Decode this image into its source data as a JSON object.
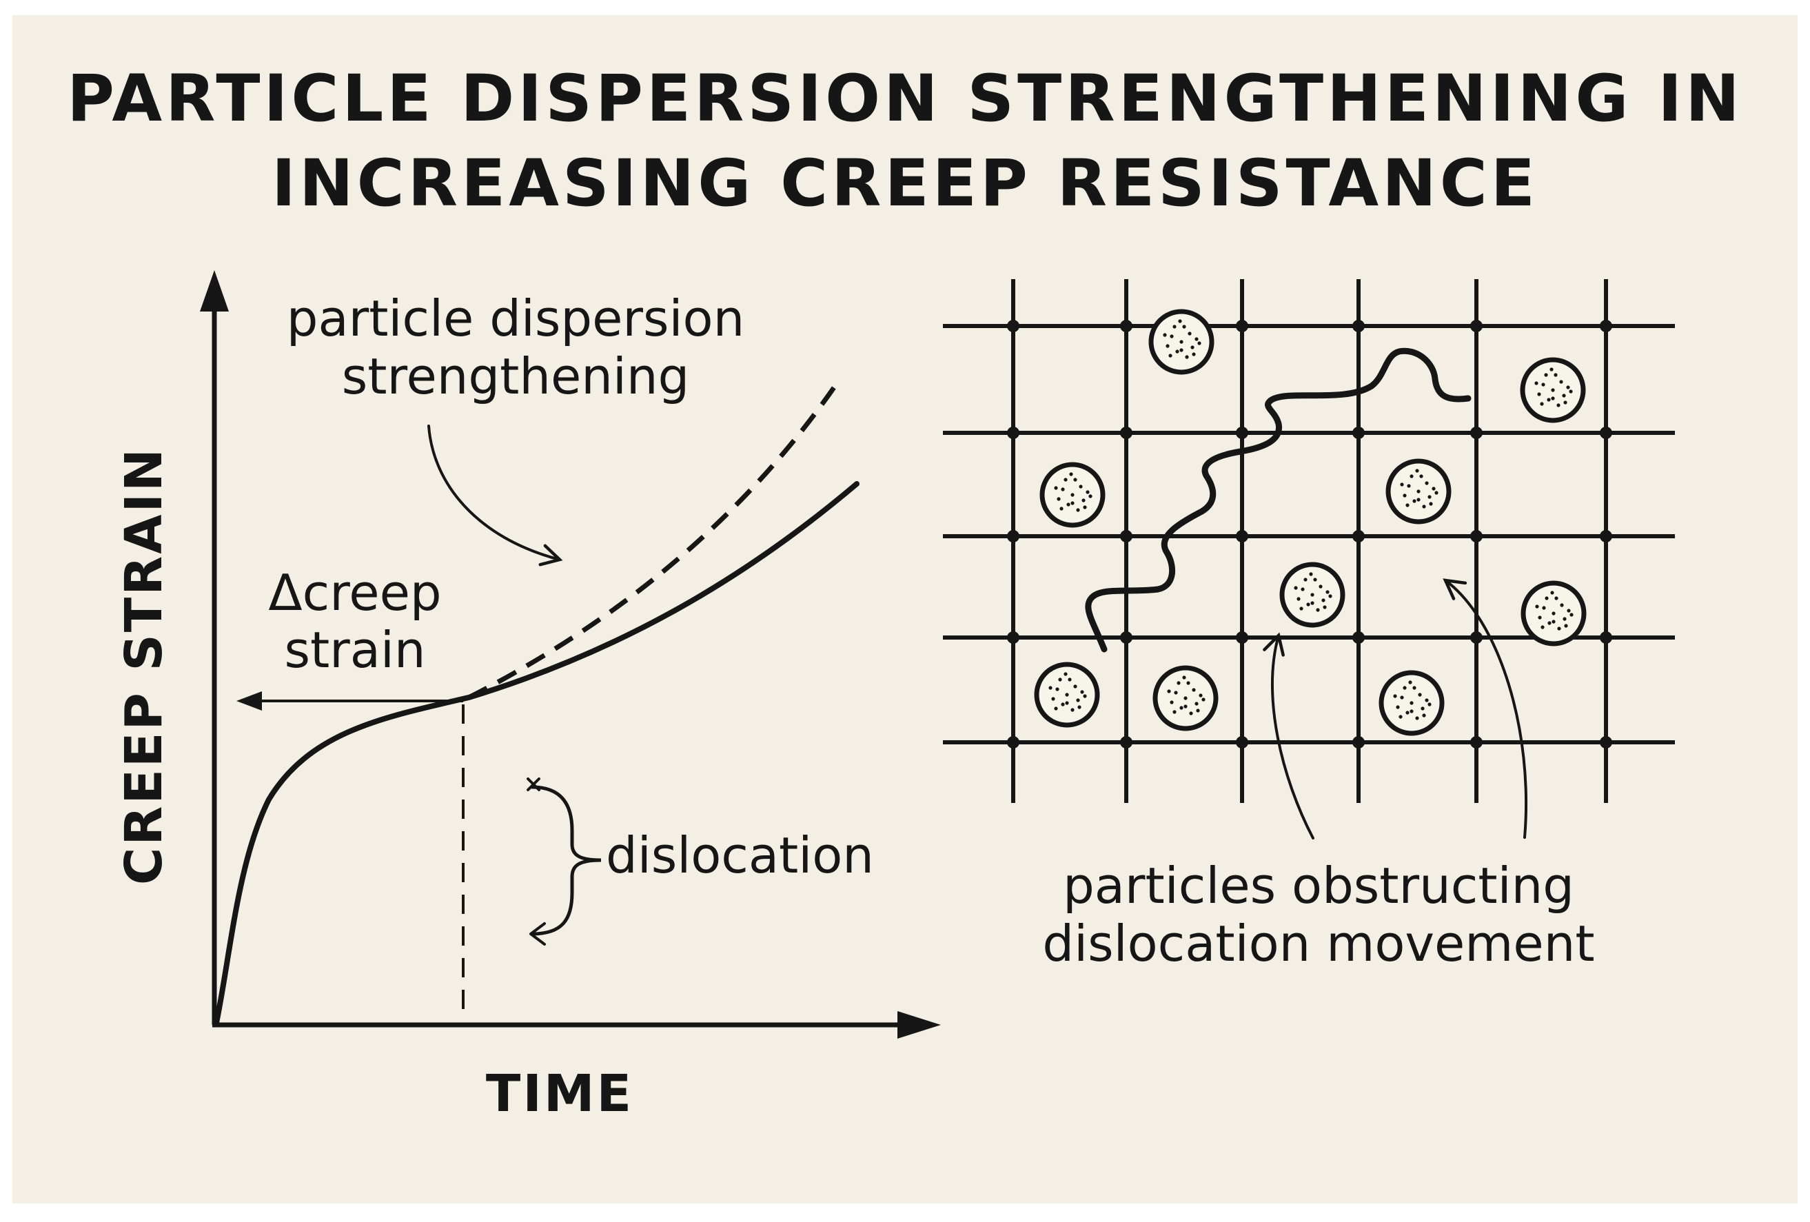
{
  "title": {
    "line1": "PARTICLE DISPERSION STRENGTHENING IN",
    "line2": "INCREASING CREEP RESISTANCE"
  },
  "graph": {
    "y_axis_label": "CREEP STRAIN",
    "x_axis_label": "TIME",
    "curve_label": {
      "line1": "particle dispersion",
      "line2": "strengthening"
    },
    "delta_label": {
      "line1": "Δcreep",
      "line2": "strain"
    },
    "dislocation_label": "dislocation"
  },
  "lattice": {
    "caption": {
      "line1": "particles obstructing",
      "line2": "dislocation movement"
    }
  },
  "colors": {
    "background": "#f3efe4",
    "ink": "#161616",
    "particle_fill": "#f7f4ea"
  }
}
